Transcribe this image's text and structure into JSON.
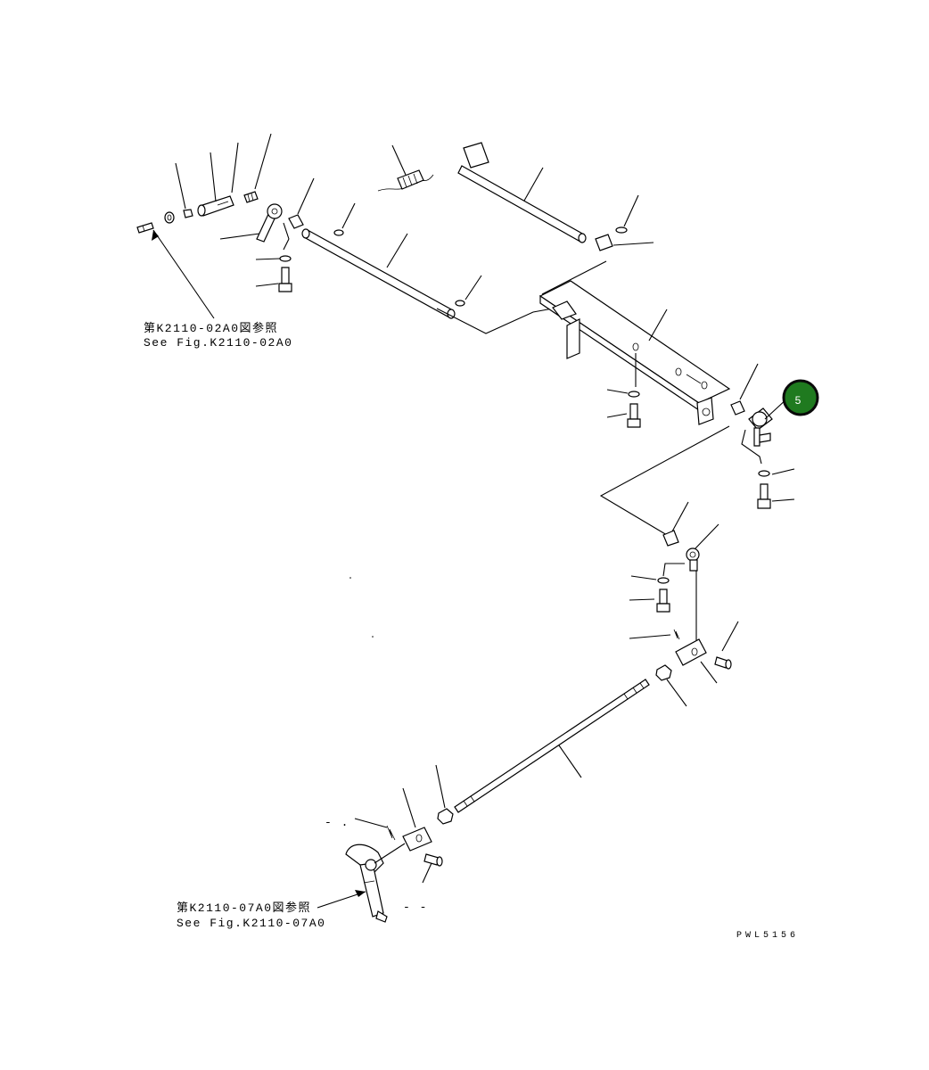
{
  "references": {
    "upper_jp": "第K2110-02A0図参照",
    "upper_en": "See Fig.K2110-02A0",
    "lower_jp": "第K2110-07A0図参照",
    "lower_en": "See Fig.K2110-07A0"
  },
  "highlight": {
    "part_number": "5",
    "color": "#1f7a1f"
  },
  "drawing_code": "PWL5156",
  "minor_marks": {
    "left": "- .",
    "right": "- -"
  }
}
